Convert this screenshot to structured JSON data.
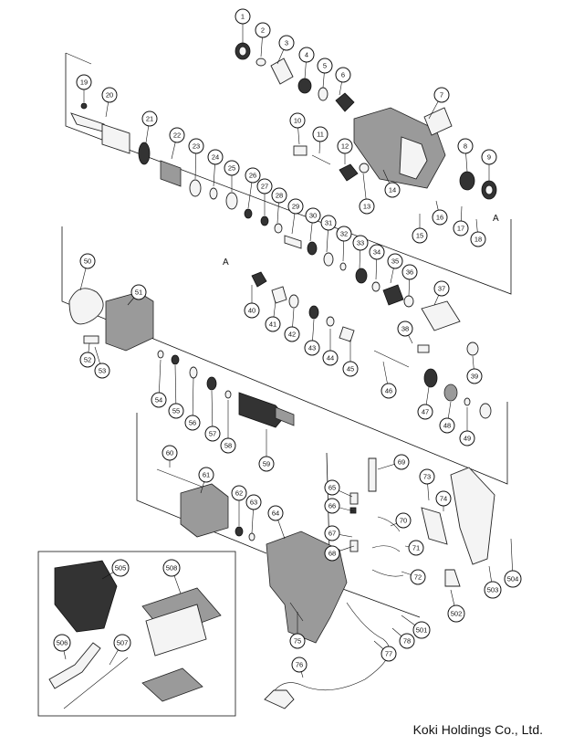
{
  "company": "Koki Holdings Co., Ltd.",
  "ref_marker": "A",
  "callouts": [
    "1",
    "2",
    "3",
    "4",
    "5",
    "6",
    "7",
    "8",
    "9",
    "10",
    "11",
    "12",
    "13",
    "14",
    "15",
    "16",
    "17",
    "18",
    "19",
    "20",
    "21",
    "22",
    "23",
    "24",
    "25",
    "26",
    "27",
    "28",
    "29",
    "30",
    "31",
    "32",
    "33",
    "34",
    "35",
    "36",
    "37",
    "38",
    "39",
    "40",
    "41",
    "42",
    "43",
    "44",
    "45",
    "46",
    "47",
    "48",
    "49",
    "50",
    "51",
    "52",
    "53",
    "54",
    "55",
    "56",
    "57",
    "58",
    "59",
    "60",
    "61",
    "62",
    "63",
    "64",
    "65",
    "66",
    "67",
    "68",
    "69",
    "70",
    "71",
    "72",
    "73",
    "74",
    "75",
    "76",
    "77",
    "78",
    "501",
    "502",
    "503",
    "504",
    "505",
    "506",
    "507",
    "508"
  ]
}
